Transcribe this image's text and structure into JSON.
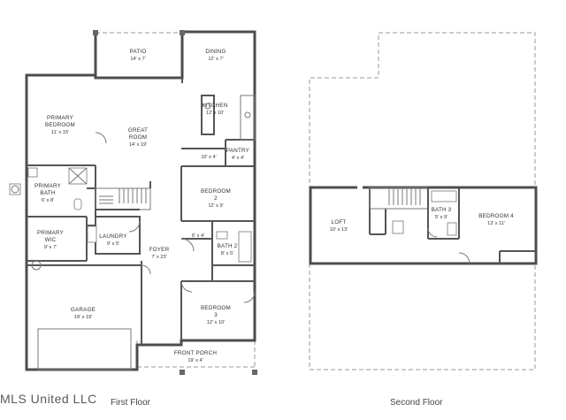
{
  "watermark": "MLS United LLC",
  "floors": {
    "first": {
      "caption": "First Floor"
    },
    "second": {
      "caption": "Second Floor"
    }
  },
  "rooms": {
    "patio": {
      "name": "PATIO",
      "dim": "14' x 7'"
    },
    "dining": {
      "name": "DINING",
      "dim": "12' x 7'"
    },
    "kitchen": {
      "name": "KITCHEN",
      "dim": "12' x 10'"
    },
    "primary_bedroom": {
      "name_1": "PRIMARY",
      "name_2": "BEDROOM",
      "dim": "11' x 15'"
    },
    "great_room": {
      "name_1": "GREAT",
      "name_2": "ROOM",
      "dim": "14' x 19'"
    },
    "closet": {
      "dim": "10' x 4'"
    },
    "pantry": {
      "name": "PANTRY",
      "dim": "4' x 4'"
    },
    "primary_bath": {
      "name_1": "PRIMARY",
      "name_2": "BATH",
      "dim": "6' x 8'"
    },
    "bedroom2": {
      "name_1": "BEDROOM",
      "name_2": "2",
      "dim": "12' x 9'"
    },
    "primary_wic": {
      "name_1": "PRIMARY",
      "name_2": "WIC",
      "dim": "9' x 7'"
    },
    "laundry": {
      "name": "LAUNDRY",
      "dim": "9' x 5'"
    },
    "hall": {
      "dim": "6' x 4'"
    },
    "bath2": {
      "name": "BATH 2",
      "dim": "8' x 5'"
    },
    "foyer": {
      "name": "FOYER",
      "dim": "7' x 23'"
    },
    "garage": {
      "name": "GARAGE",
      "dim": "19' x 19'"
    },
    "bedroom3": {
      "name_1": "BEDROOM",
      "name_2": "3",
      "dim": "12' x 10'"
    },
    "front_porch": {
      "name": "FRONT PORCH",
      "dim": "19' x 4'"
    },
    "loft": {
      "name": "LOFT",
      "dim": "10' x 13'"
    },
    "bath3": {
      "name": "BATH 3",
      "dim": "5' x 9'"
    },
    "bedroom4": {
      "name": "BEDROOM 4",
      "dim": "13' x 11'"
    }
  }
}
